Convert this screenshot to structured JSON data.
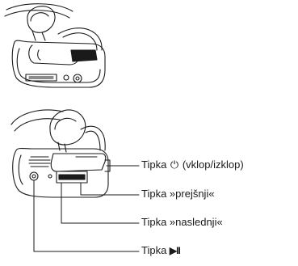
{
  "callouts": [
    {
      "id": "power",
      "prefix": "Tipka ",
      "symbol": "⏻",
      "suffix": " (vklop/izklop)"
    },
    {
      "id": "previous",
      "text": "Tipka »prejšnji«"
    },
    {
      "id": "next",
      "text": "Tipka »naslednji«"
    },
    {
      "id": "playpause",
      "prefix": "Tipka ",
      "symbol": "▶II",
      "suffix": ""
    }
  ]
}
